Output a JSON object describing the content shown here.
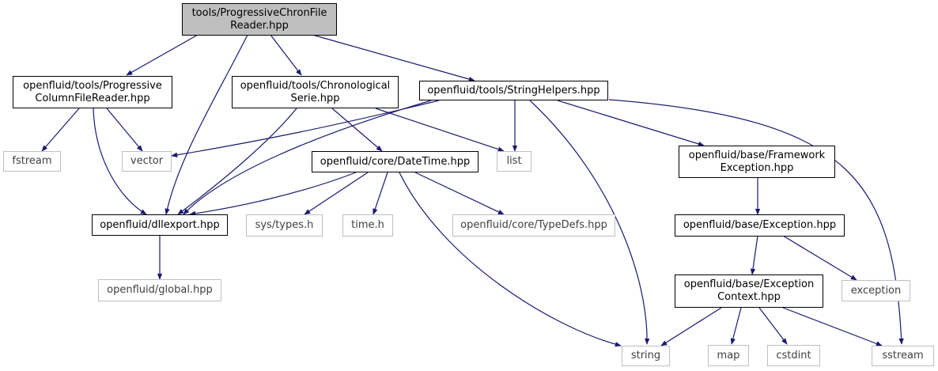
{
  "nodes": {
    "root": [
      "tools/ProgressiveChronFile",
      "Reader.hpp"
    ],
    "pcfr": [
      "openfluid/tools/Progressive",
      "ColumnFileReader.hpp"
    ],
    "chrono": [
      "openfluid/tools/Chronological",
      "Serie.hpp"
    ],
    "strh": [
      "openfluid/tools/StringHelpers.hpp"
    ],
    "fstream": [
      "fstream"
    ],
    "vector": [
      "vector"
    ],
    "dll": [
      "openfluid/dllexport.hpp"
    ],
    "datetime": [
      "openfluid/core/DateTime.hpp"
    ],
    "list": [
      "list"
    ],
    "fwexc": [
      "openfluid/base/Framework",
      "Exception.hpp"
    ],
    "systypes": [
      "sys/types.h"
    ],
    "timeh": [
      "time.h"
    ],
    "typedefs": [
      "openfluid/core/TypeDefs.hpp"
    ],
    "exc": [
      "openfluid/base/Exception.hpp"
    ],
    "global": [
      "openfluid/global.hpp"
    ],
    "exccontext": [
      "openfluid/base/Exception",
      "Context.hpp"
    ],
    "exception": [
      "exception"
    ],
    "string": [
      "string"
    ],
    "map": [
      "map"
    ],
    "cstdint": [
      "cstdint"
    ],
    "sstream": [
      "sstream"
    ]
  },
  "edge_color": "#191970"
}
